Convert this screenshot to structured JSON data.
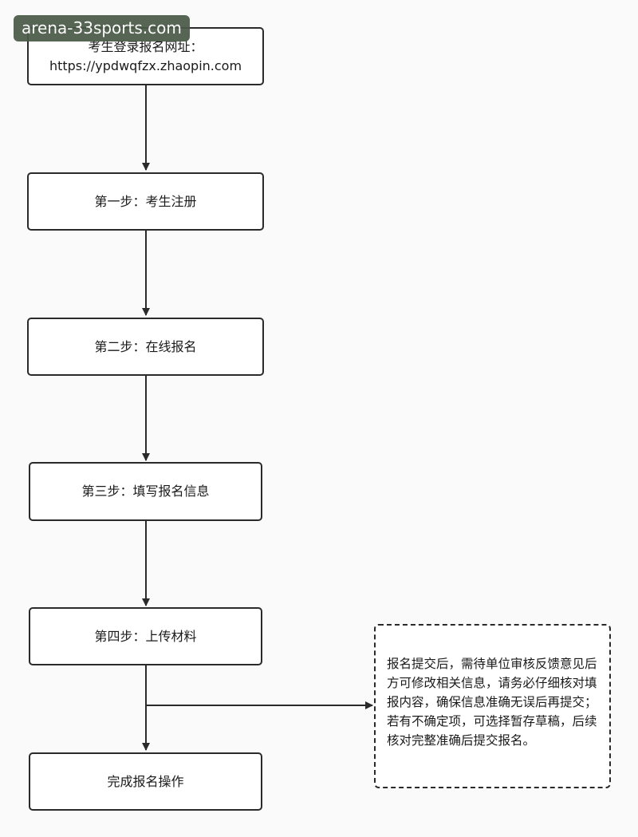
{
  "watermark": "arena-33sports.com",
  "steps": {
    "entry": {
      "line1": "考生登录报名网址：",
      "line2": "https://ypdwqfzx.zhaopin.com"
    },
    "step1": "第一步：考生注册",
    "step2": "第二步：在线报名",
    "step3": "第三步：填写报名信息",
    "step4": "第四步：上传材料",
    "finish": "完成报名操作"
  },
  "note": "报名提交后，需待单位审核反馈意见后方可修改相关信息，请务必仔细核对填报内容，确保信息准确无误后再提交；若有不确定项，可选择暂存草稿，后续核对完整准确后提交报名。",
  "colors": {
    "line": "#2a2a2a",
    "box_fill": "#ffffff",
    "background": "#fafafa"
  }
}
